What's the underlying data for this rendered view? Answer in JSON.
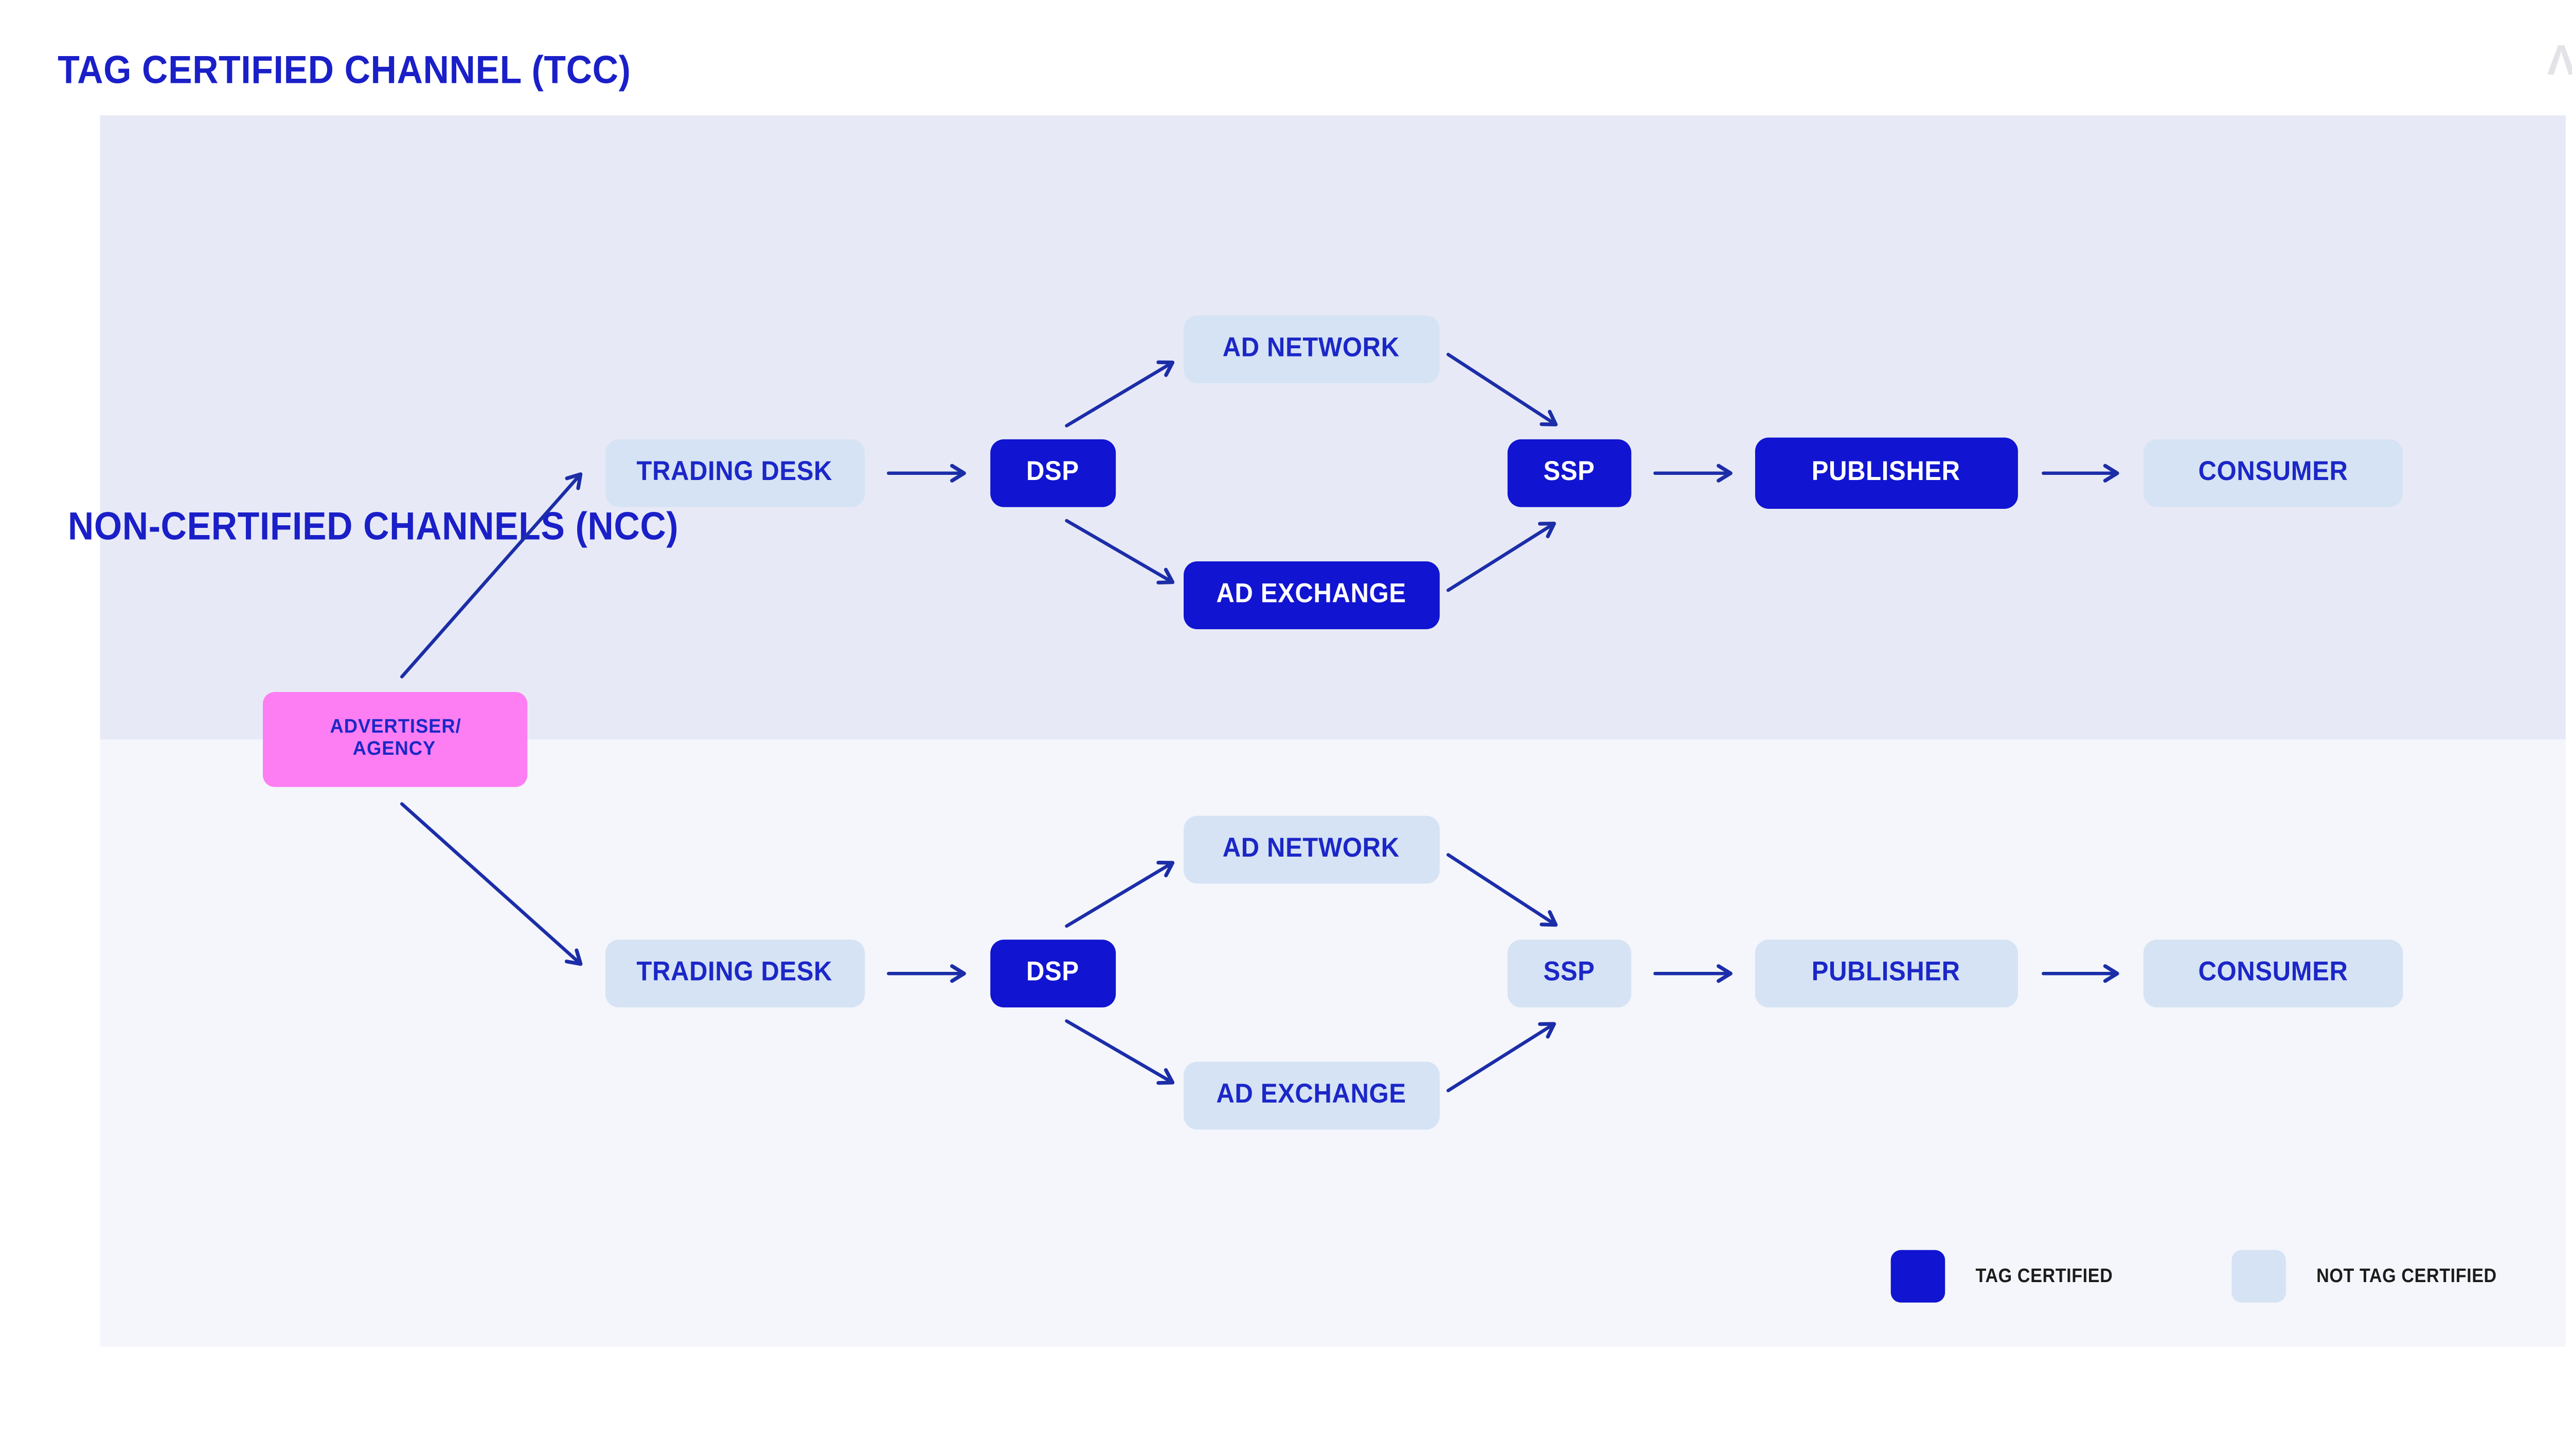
{
  "logo": "ΛI",
  "advertiser": {
    "line1": "ADVERTISER/",
    "line2": "AGENCY",
    "color": "#fc7ef2"
  },
  "tcc": {
    "title": "TAG CERTIFIED CHANNEL (TCC)",
    "nodes": {
      "trading_desk": {
        "label": "TRADING DESK",
        "tag_certified": false
      },
      "dsp": {
        "label": "DSP",
        "tag_certified": true
      },
      "ad_network": {
        "label": "AD NETWORK",
        "tag_certified": false
      },
      "ad_exchange": {
        "label": "AD EXCHANGE",
        "tag_certified": true
      },
      "ssp": {
        "label": "SSP",
        "tag_certified": true
      },
      "publisher": {
        "label": "PUBLISHER",
        "tag_certified": true
      },
      "consumer": {
        "label": "CONSUMER",
        "tag_certified": false
      }
    },
    "edges": [
      "advertiser->trading_desk",
      "trading_desk->dsp",
      "dsp->ad_network",
      "dsp->ad_exchange",
      "ad_network->ssp",
      "ad_exchange->ssp",
      "ssp->publisher",
      "publisher->consumer"
    ]
  },
  "ncc": {
    "title": "NON-CERTIFIED CHANNELS (NCC)",
    "nodes": {
      "trading_desk": {
        "label": "TRADING DESK",
        "tag_certified": false
      },
      "dsp": {
        "label": "DSP",
        "tag_certified": true
      },
      "ad_network": {
        "label": "AD NETWORK",
        "tag_certified": false
      },
      "ad_exchange": {
        "label": "AD EXCHANGE",
        "tag_certified": false
      },
      "ssp": {
        "label": "SSP",
        "tag_certified": false
      },
      "publisher": {
        "label": "PUBLISHER",
        "tag_certified": false
      },
      "consumer": {
        "label": "CONSUMER",
        "tag_certified": false
      }
    },
    "edges": [
      "advertiser->trading_desk",
      "trading_desk->dsp",
      "dsp->ad_network",
      "dsp->ad_exchange",
      "ad_network->ssp",
      "ad_exchange->ssp",
      "ssp->publisher",
      "publisher->consumer"
    ]
  },
  "legend": {
    "items": [
      {
        "label": "TAG CERTIFIED",
        "color": "#1114d0"
      },
      {
        "label": "NOT TAG CERTIFIED",
        "color": "#d6e3f4"
      }
    ]
  },
  "colors": {
    "tcc_panel_bg": "#e7eaf6",
    "ncc_panel_bg": "#f4f6fb",
    "certified_box": "#1114d0",
    "non_certified_box": "#d6e3f4",
    "advertiser_box": "#fc7ef2",
    "title_text": "#1a1fc8",
    "label_text": "#1b27c7",
    "arrow": "#1c2da8"
  }
}
